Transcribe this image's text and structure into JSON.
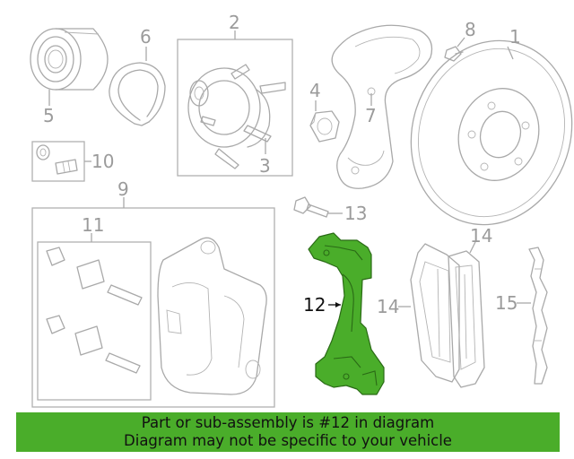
{
  "callouts": {
    "c1": "1",
    "c2": "2",
    "c3": "3",
    "c4": "4",
    "c5": "5",
    "c6": "6",
    "c7": "7",
    "c8": "8",
    "c9": "9",
    "c10": "10",
    "c11": "11",
    "c12": "12",
    "c13": "13",
    "c14a": "14",
    "c14b": "14",
    "c15": "15"
  },
  "highlight_color": "#4aad2a",
  "banner": {
    "line1": "Part or sub-assembly is #12 in diagram",
    "line2": "Diagram may not be specific to your vehicle"
  }
}
